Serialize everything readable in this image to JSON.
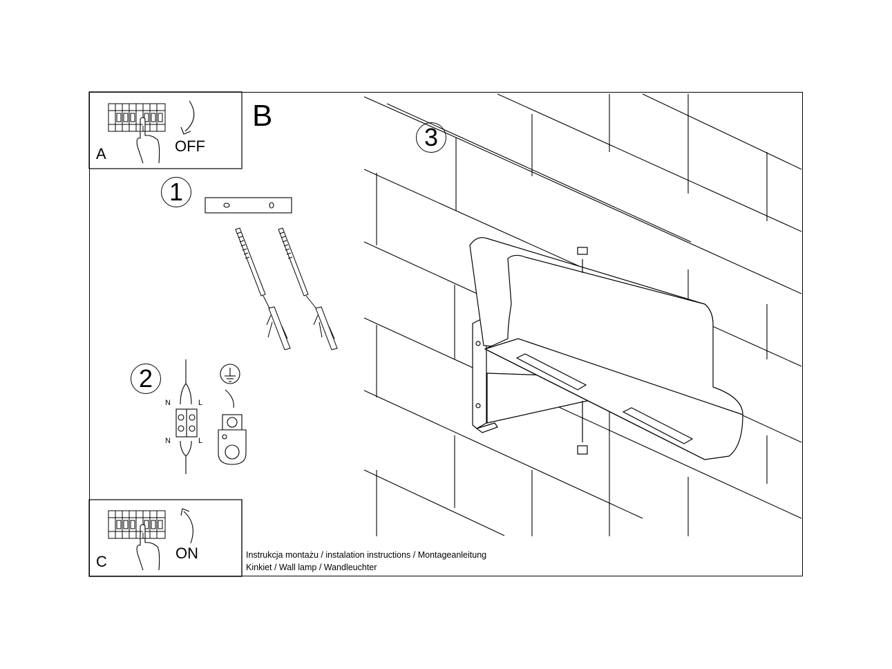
{
  "panel_a": {
    "letter": "A",
    "action": "OFF"
  },
  "panel_b": {
    "letter": "B"
  },
  "panel_c": {
    "letter": "C",
    "action": "ON"
  },
  "steps": {
    "step1": "1",
    "step2": "2",
    "step3": "3"
  },
  "wiring": {
    "n_top": "N",
    "l_top": "L",
    "n_bottom": "N",
    "l_bottom": "L"
  },
  "caption": {
    "line1": "Instrukcja montażu / instalation instructions / Montageanleitung",
    "line2": "Kinkiet / Wall lamp / Wandleuchter"
  }
}
